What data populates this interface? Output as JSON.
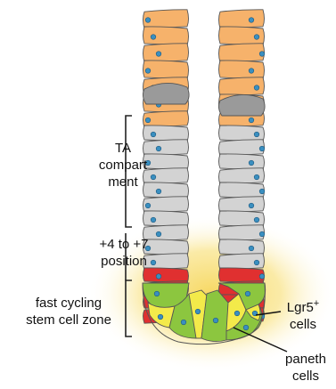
{
  "labels": {
    "ta_line1": "TA",
    "ta_line2": "compart",
    "ta_line3": "ment",
    "position_line1": "+4 to +7",
    "position_line2": "position",
    "stem_line1": "fast cycling",
    "stem_line2": "stem cell zone",
    "lgr5_name": "Lgr5",
    "lgr5_sup": "+",
    "lgr5_line2": "cells",
    "paneth_line1": "paneth",
    "paneth_line2": "cells"
  },
  "colors": {
    "progenitor_cell": "#f6b26b",
    "ta_cell": "#d3d3d3",
    "position_cell": "#e03030",
    "stem_cell": "#8cc63f",
    "paneth_cell": "#f3ea4a",
    "nucleus": "#3a8fc0",
    "niche_glow": "#f6d65a"
  }
}
